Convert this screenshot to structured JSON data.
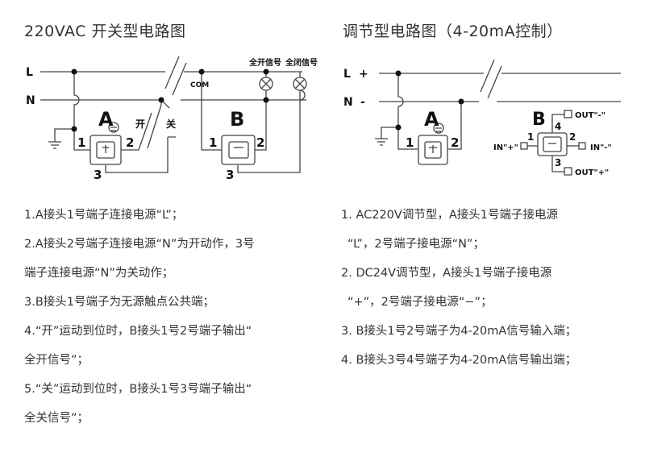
{
  "left_diagram": {
    "title": "220VAC  开关型电路图",
    "line_L": "L",
    "line_N": "N",
    "head_A": "A",
    "head_B": "B",
    "com": "COM",
    "open_signal": "全开信号",
    "close_signal": "全闭信号",
    "open_switch": "开",
    "close_switch": "关",
    "A_term1": "1",
    "A_term2": "2",
    "A_term3": "3",
    "B_term1": "1",
    "B_term2": "2",
    "B_term3": "3",
    "notes": [
      "1.A接头1号端子连接电源“L”；",
      "2.A接头2号端子连接电源“N”为开动作，3号",
      "端子连接电源“N”为关动作；",
      "3.B接头1号端子为无源触点公共端；",
      "4.“开”运动到位时，B接头1号2号端子输出“",
      "全开信号”；",
      "5.“关”运动到位时，B接头1号3号端子输出“",
      "全关信号”；"
    ]
  },
  "right_diagram": {
    "title": "调节型电路图（4-20mA控制）",
    "line_L": "L",
    "line_N": "N",
    "plus": "+",
    "minus": "-",
    "head_A": "A",
    "head_B": "B",
    "A_term1": "1",
    "A_term2": "2",
    "B_term1": "1",
    "B_term2": "2",
    "B_term3": "3",
    "B_term4": "4",
    "out_minus": "OUT\"-\"",
    "out_plus": "OUT\"+\"",
    "in_plus": "IN\"+\"",
    "in_minus": "IN\"-\"",
    "notes": [
      "1. AC220V调节型，A接头1号端子接电源",
      "“L”，2号端子接电源“N”；",
      "2. DC24V调节型，A接头1号端子接电源",
      "“+”，2号端子接电源“−”；",
      "3. B接头1号2号端子为4-20mA信号输入端；",
      "4. B接头3号4号端子为4-20mA信号输出端；"
    ]
  }
}
